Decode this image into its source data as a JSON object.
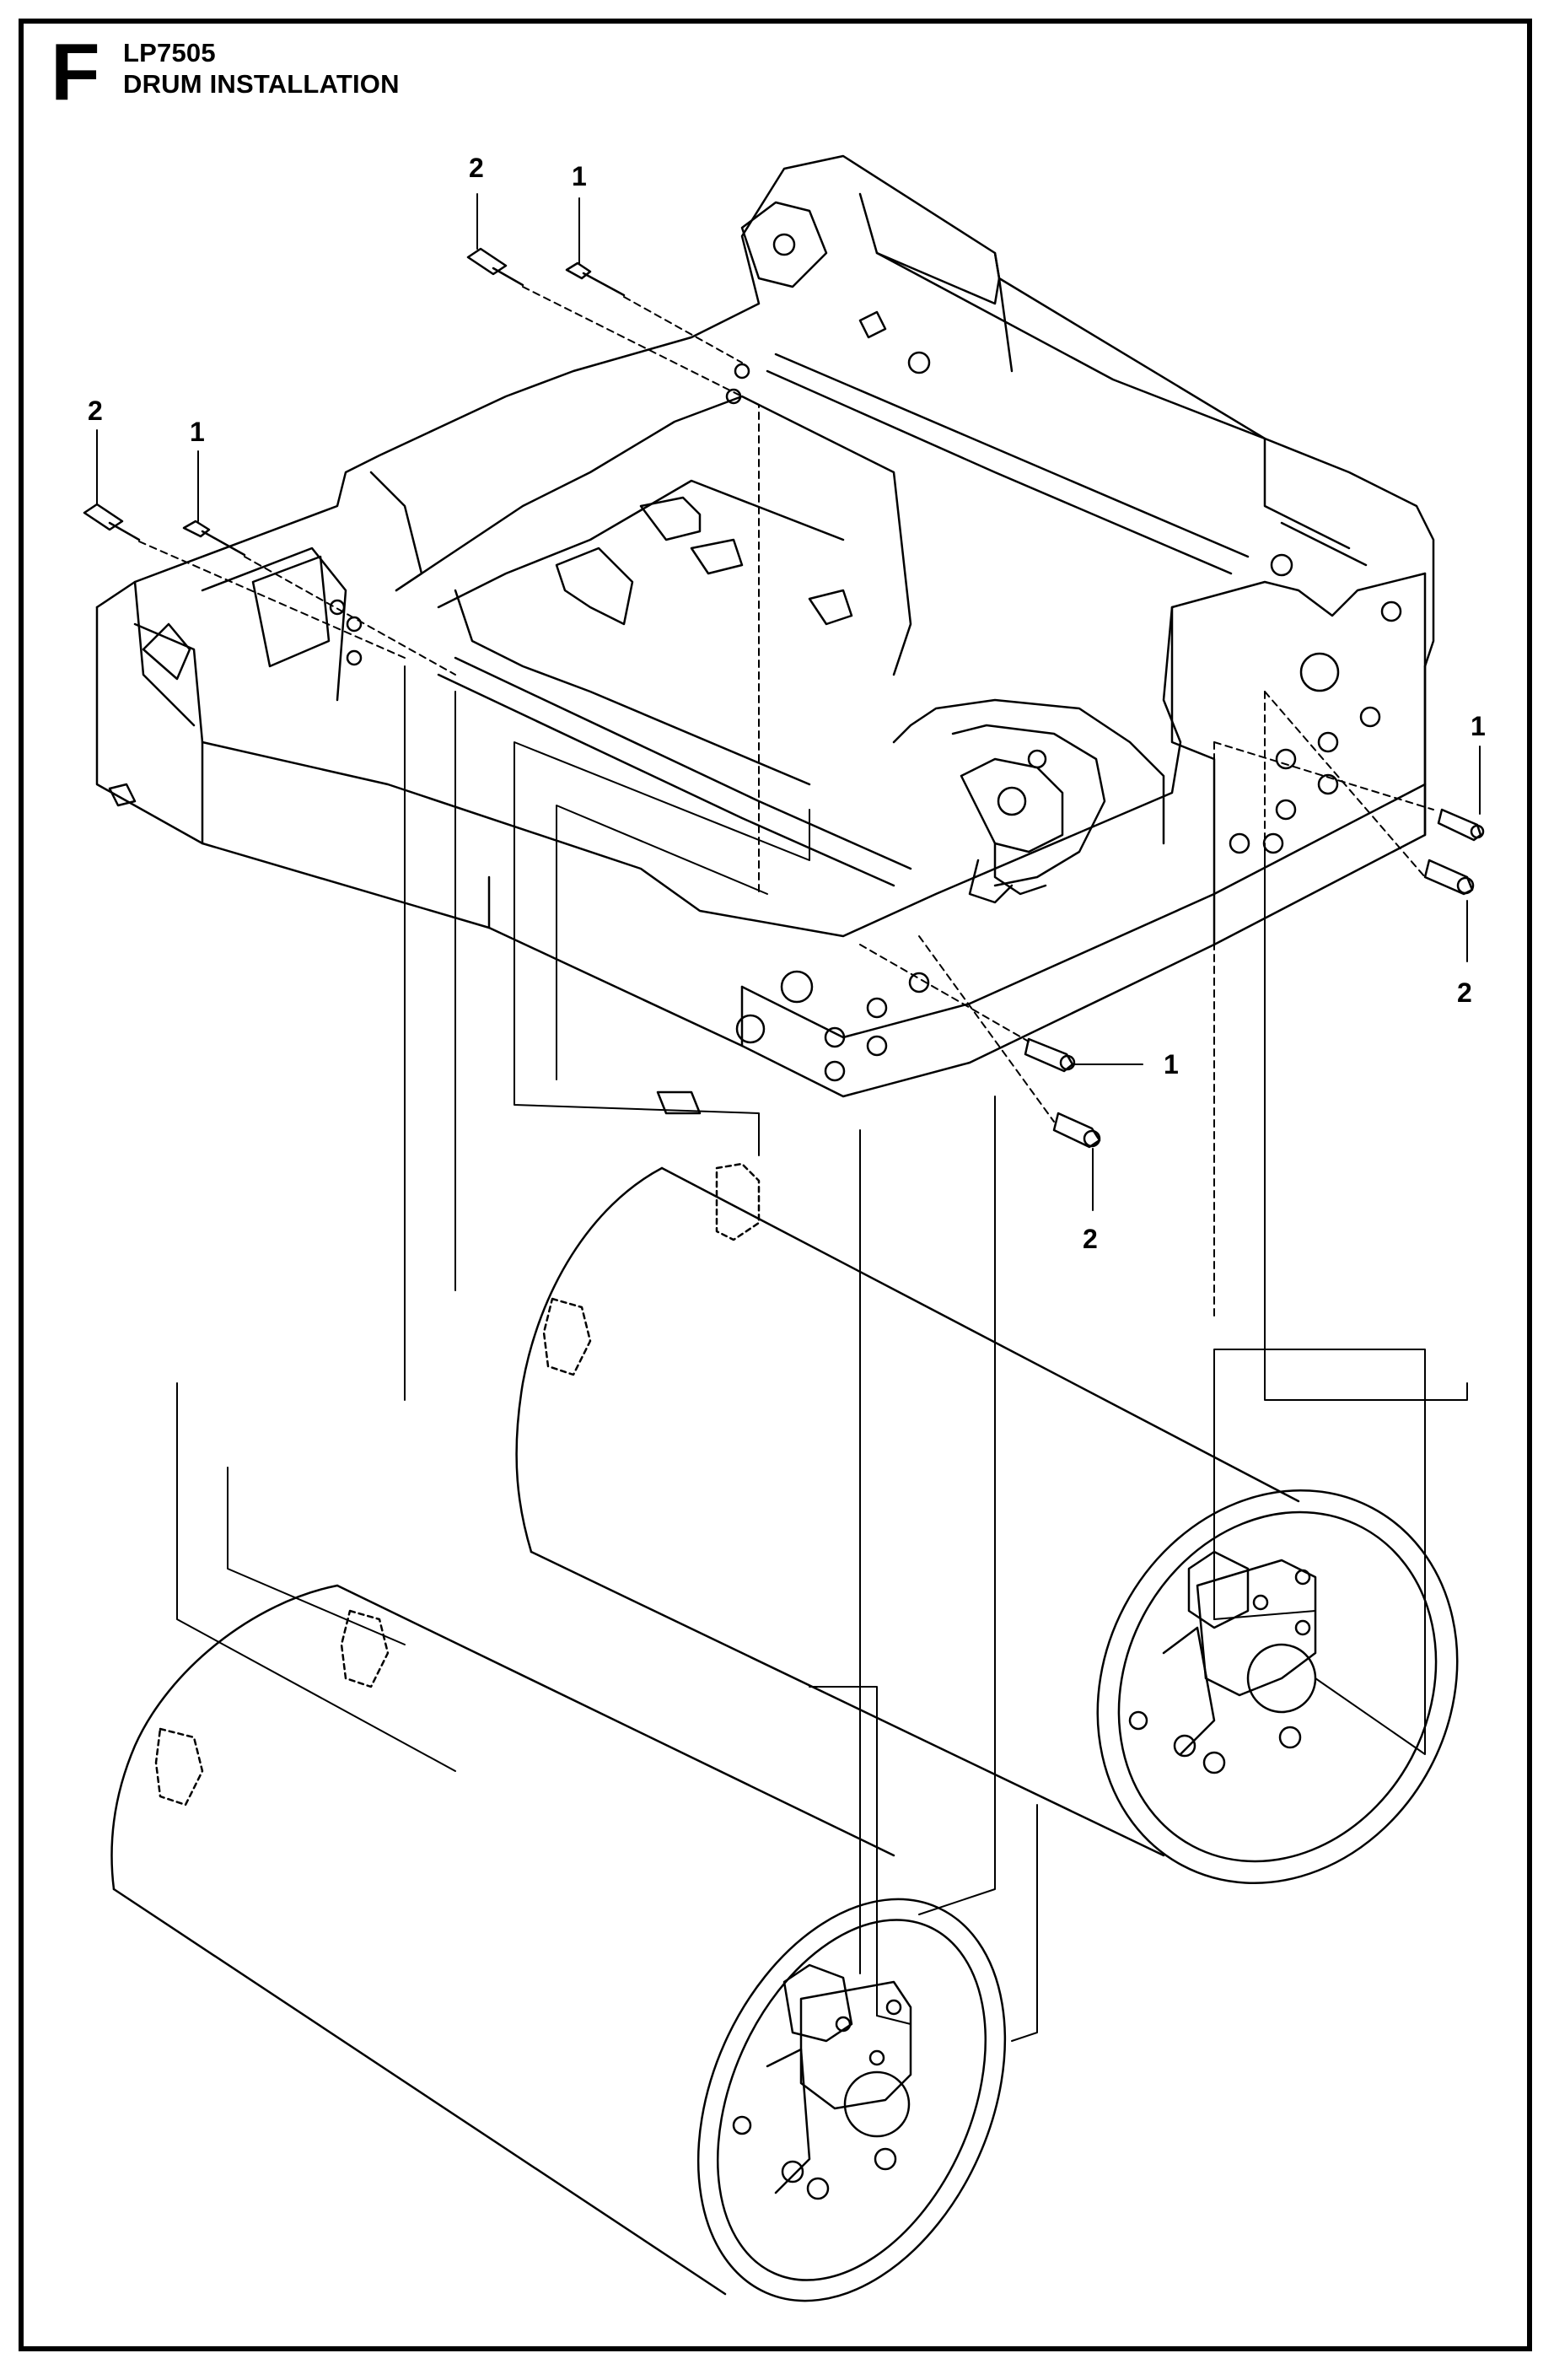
{
  "header": {
    "section_letter": "F",
    "model": "LP7505",
    "title": "DRUM INSTALLATION"
  },
  "callouts": [
    {
      "id": "c1",
      "label": "2"
    },
    {
      "id": "c2",
      "label": "1"
    },
    {
      "id": "c3",
      "label": "2"
    },
    {
      "id": "c4",
      "label": "1"
    },
    {
      "id": "c5",
      "label": "1"
    },
    {
      "id": "c6",
      "label": "2"
    },
    {
      "id": "c7",
      "label": "1"
    },
    {
      "id": "c8",
      "label": "2"
    }
  ]
}
